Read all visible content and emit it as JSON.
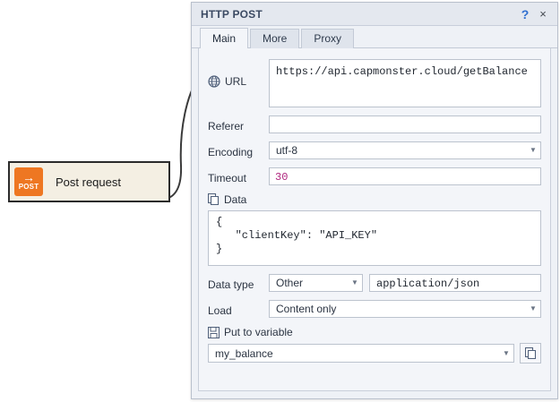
{
  "canvas": {
    "node": {
      "icon": "post-request-icon",
      "icon_word": "POST",
      "label": "Post request"
    }
  },
  "dialog": {
    "title": "HTTP POST",
    "help_label": "?",
    "close_label": "×",
    "tabs": [
      {
        "label": "Main",
        "active": true
      },
      {
        "label": "More",
        "active": false
      },
      {
        "label": "Proxy",
        "active": false
      }
    ],
    "fields": {
      "url": {
        "label": "URL",
        "icon": "globe-www-icon",
        "value": "https://api.capmonster.cloud/getBalance"
      },
      "referer": {
        "label": "Referer",
        "value": ""
      },
      "encoding": {
        "label": "Encoding",
        "value": "utf-8"
      },
      "timeout": {
        "label": "Timeout",
        "value": "30"
      },
      "data": {
        "label": "Data",
        "icon": "copy-pages-icon",
        "value": "{\n   \"clientKey\": \"API_KEY\"\n}"
      },
      "data_type": {
        "label": "Data type",
        "value": "Other",
        "content_type": "application/json"
      },
      "load": {
        "label": "Load",
        "value": "Content only"
      },
      "put_to_variable": {
        "label": "Put to variable",
        "icon": "save-floppy-icon",
        "value": "my_balance",
        "copy_icon": "copy-pages-icon"
      }
    }
  }
}
